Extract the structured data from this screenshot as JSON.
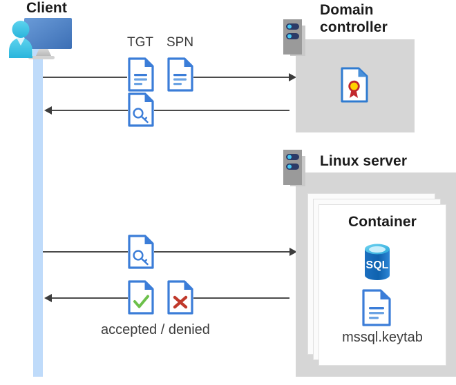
{
  "diagram": {
    "title_hidden": "",
    "colors": {
      "doc_blue": "#3b7dd8",
      "doc_blue_dark": "#2a62ae",
      "host_grey": "#d6d6d6",
      "server_grey": "#9a9a9a",
      "server_dark": "#2b3a66",
      "server_dot": "#44c8f5",
      "lifeline_blue": "#bfdbfa",
      "accent_check": "#6cc04a",
      "accent_cross": "#c0392b",
      "sql_blue": "#0f6cbd",
      "sql_top": "#50c2e8",
      "cert_red": "#c1272d",
      "cert_gold": "#ffd200",
      "arrow_grey": "#4a4a4a",
      "person_cyan": "#41c6e8",
      "monitor_blue": "#4a7fc1"
    }
  },
  "client": {
    "label": "Client",
    "icon": "user-computer-icon"
  },
  "messages": {
    "request_labels": [
      {
        "id": "tgt",
        "label": "TGT",
        "icon": "document-lines-icon"
      },
      {
        "id": "spn",
        "label": "SPN",
        "icon": "document-lines-icon"
      }
    ],
    "ticket_icon": "document-key-icon",
    "service_request_icon": "document-key-icon",
    "result_icons": [
      {
        "id": "accepted",
        "icon": "document-check-icon"
      },
      {
        "id": "denied",
        "icon": "document-cross-icon"
      }
    ],
    "result_label": "accepted / denied"
  },
  "domain_controller": {
    "title_line1": "Domain",
    "title_line2": "controller",
    "server_icon": "server-rack-icon",
    "content_icon": "document-certificate-icon"
  },
  "linux_server": {
    "title": "Linux server",
    "server_icon": "server-rack-icon",
    "container": {
      "title": "Container",
      "database_icon": "sql-database-icon",
      "database_label": "SQL",
      "file_icon": "document-lines-icon",
      "file_label": "mssql.keytab"
    }
  }
}
